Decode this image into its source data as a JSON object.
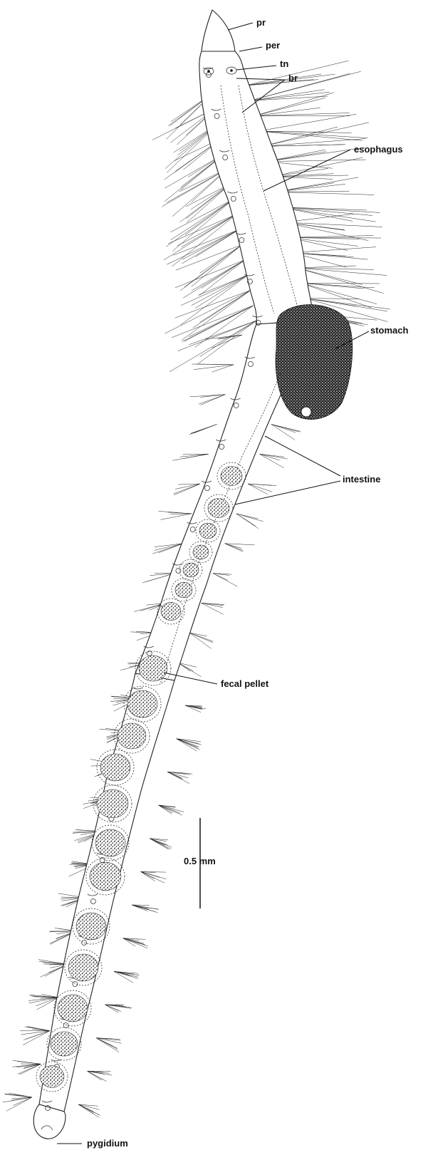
{
  "labels": {
    "pr": "pr",
    "per": "per",
    "tn": "tn",
    "br": "br",
    "esophagus": "esophagus",
    "stomach": "stomach",
    "intestine": "intestine",
    "fecal_pellet": "fecal pellet",
    "scale": "0.5 mm",
    "pygidium": "pygidium"
  }
}
